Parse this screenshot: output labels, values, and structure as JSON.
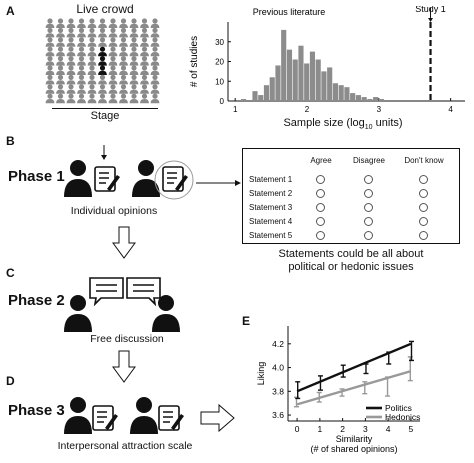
{
  "panel_a": {
    "letter": "A",
    "crowd_title": "Live crowd",
    "stage_label": "Stage",
    "crowd_grid": {
      "rows": 9,
      "cols": 11,
      "highlight_col": 5,
      "highlight_rows": [
        3,
        4,
        5
      ]
    }
  },
  "histogram": {
    "label_previous": "Previous literature",
    "label_study": "Study 1",
    "chart_data": {
      "type": "bar",
      "title": "",
      "xlabel": "Sample size (log10 units)",
      "ylabel": "# of studies",
      "xlim": [
        0.9,
        4.2
      ],
      "ylim": [
        0,
        40
      ],
      "xticks": [
        1,
        2,
        3,
        4
      ],
      "yticks": [
        0,
        10,
        20,
        30
      ],
      "bin_width": 0.08,
      "bin_starts": [
        1.08,
        1.24,
        1.32,
        1.4,
        1.48,
        1.56,
        1.64,
        1.72,
        1.8,
        1.88,
        1.96,
        2.04,
        2.12,
        2.2,
        2.28,
        2.36,
        2.44,
        2.52,
        2.6,
        2.68,
        2.76,
        2.84,
        2.92,
        3.0
      ],
      "values": [
        1,
        5,
        3,
        8,
        12,
        18,
        36,
        26,
        21,
        28,
        19,
        25,
        21,
        15,
        17,
        9,
        8,
        7,
        4,
        3,
        2,
        1,
        2,
        1
      ],
      "study_marker_x": 3.72
    }
  },
  "panel_b": {
    "letter": "B",
    "phase": "Phase 1",
    "caption": "Individual opinions"
  },
  "survey": {
    "columns": [
      "Agree",
      "Disagree",
      "Don't know"
    ],
    "rows": [
      "Statement 1",
      "Statement 2",
      "Statement 3",
      "Statement 4",
      "Statement 5"
    ],
    "note_line1": "Statements could be all about",
    "note_line2": "political or hedonic issues"
  },
  "panel_c": {
    "letter": "C",
    "phase": "Phase 2",
    "caption": "Free discussion"
  },
  "panel_d": {
    "letter": "D",
    "phase": "Phase 3",
    "caption": "Interpersonal attraction scale"
  },
  "panel_e": {
    "letter": "E",
    "chart_data": {
      "type": "line",
      "title": "",
      "xlabel": "Similarity",
      "xlabel2": "(# of shared opinions)",
      "ylabel": "Liking",
      "xlim": [
        -0.4,
        5.4
      ],
      "ylim": [
        3.55,
        4.35
      ],
      "xticks": [
        0,
        1,
        2,
        3,
        4,
        5
      ],
      "yticks": [
        3.6,
        3.8,
        4.0,
        4.2
      ],
      "x": [
        0,
        1,
        2,
        3,
        4,
        5
      ],
      "legend_position": "bottom-right",
      "series": [
        {
          "name": "Politics",
          "color": "#111111",
          "values": [
            3.81,
            3.87,
            3.97,
            3.99,
            4.08,
            4.14
          ],
          "errors": [
            0.07,
            0.06,
            0.05,
            0.04,
            0.05,
            0.08
          ],
          "fit": [
            3.8,
            4.2
          ]
        },
        {
          "name": "Hedonics",
          "color": "#999999",
          "values": [
            3.71,
            3.75,
            3.79,
            3.83,
            3.84,
            3.99
          ],
          "errors": [
            0.04,
            0.04,
            0.03,
            0.05,
            0.08,
            0.1
          ],
          "fit": [
            3.69,
            3.97
          ]
        }
      ]
    }
  }
}
